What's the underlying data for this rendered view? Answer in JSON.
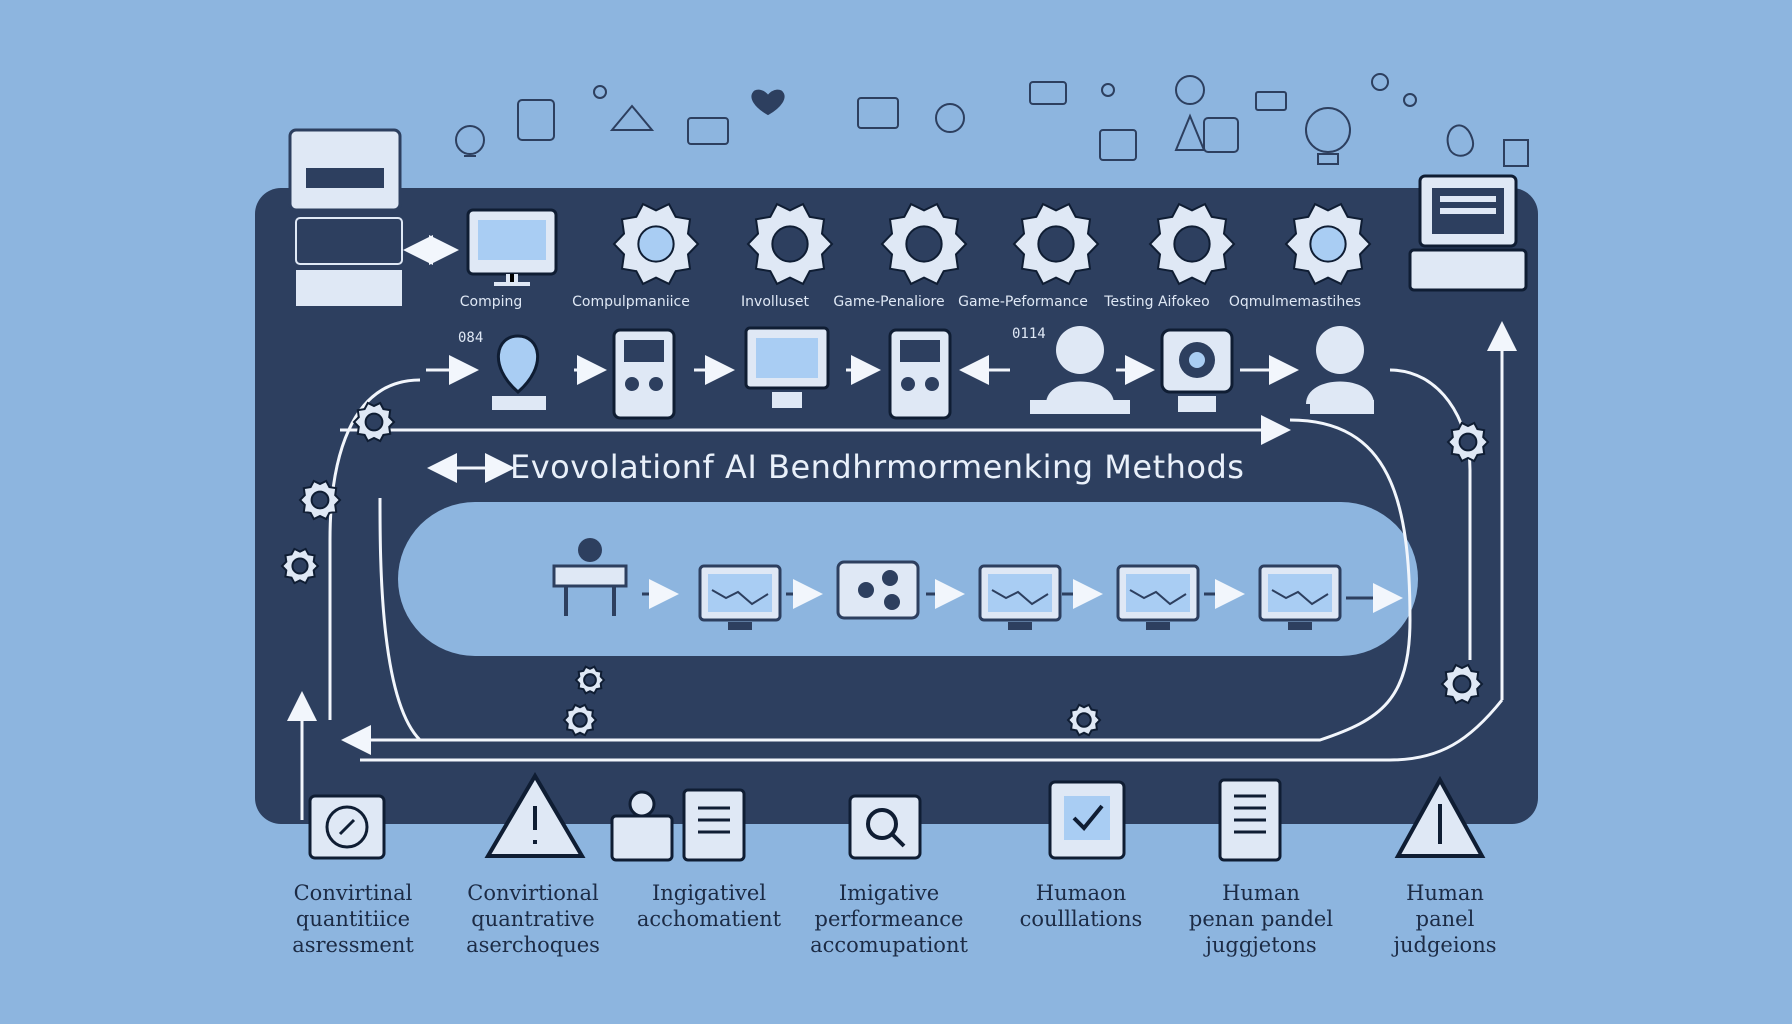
{
  "diagram": {
    "title": "Evovolationf AI Bendhrmormenking Methods",
    "top_labels": [
      "Comping",
      "Compulpmaniice",
      "Involluset",
      "Game-Penaliore",
      "Game-Peformance",
      "Testing Aifokeo",
      "Oqmulmemastihes"
    ],
    "stamps": [
      "084",
      "0114"
    ],
    "bottom_labels": [
      "Convirtinal\nquantitiice\nasressment",
      "Convirtional\nquantrative\naserchoques",
      "Ingigativel\nacchomatient",
      "Imigative\nperformeance\naccomupationt",
      "Humaon\ncoulllations",
      "Human\npenan pandel\njuggjetons",
      "Human\npanel\njudgeions"
    ]
  },
  "icons": {
    "top_row": [
      "computer-monitor-icon",
      "gear-icon",
      "gear-icon",
      "gear-icon",
      "gear-icon",
      "gear-icon",
      "gear-icon",
      "laptop-icon"
    ],
    "middle_row": [
      "location-pin-icon",
      "handheld-device-icon",
      "monitor-icon",
      "handheld-device-icon",
      "person-bust-icon",
      "camera-icon",
      "person-bust-icon"
    ],
    "inner_row": [
      "person-at-desk-icon",
      "chart-monitor-icon",
      "molecule-icon",
      "chart-monitor-icon",
      "chart-monitor-icon",
      "chart-monitor-icon"
    ],
    "bottom_row": [
      "clock-icon",
      "warning-icon",
      "person-icon",
      "document-icon",
      "magnifier-icon",
      "checkmark-icon",
      "document-icon",
      "warning-icon"
    ]
  },
  "colors": {
    "background": "#8db5df",
    "panel": "#2d3f5f",
    "line": "#f2f6fc",
    "accent": "#a9cdf3",
    "dark_text": "#1c2b45"
  }
}
